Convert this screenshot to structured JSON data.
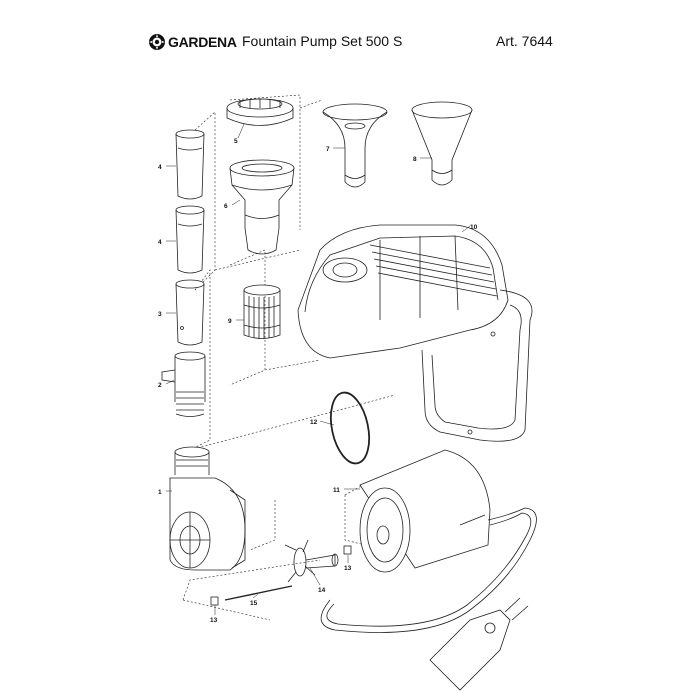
{
  "header": {
    "brand": "GARDENA",
    "title": "Fountain Pump Set 500 S",
    "article": "Art. 7644"
  },
  "parts": [
    {
      "id": "p1",
      "label": "1"
    },
    {
      "id": "p2",
      "label": "2"
    },
    {
      "id": "p3",
      "label": "3"
    },
    {
      "id": "p4a",
      "label": "4"
    },
    {
      "id": "p4b",
      "label": "4"
    },
    {
      "id": "p5",
      "label": "5"
    },
    {
      "id": "p6",
      "label": "6"
    },
    {
      "id": "p7",
      "label": "7"
    },
    {
      "id": "p8",
      "label": "8"
    },
    {
      "id": "p9",
      "label": "9"
    },
    {
      "id": "p10",
      "label": "10"
    },
    {
      "id": "p11",
      "label": "11"
    },
    {
      "id": "p12",
      "label": "12"
    },
    {
      "id": "p13a",
      "label": "13"
    },
    {
      "id": "p13b",
      "label": "13"
    },
    {
      "id": "p14",
      "label": "14"
    },
    {
      "id": "p15",
      "label": "15"
    }
  ]
}
